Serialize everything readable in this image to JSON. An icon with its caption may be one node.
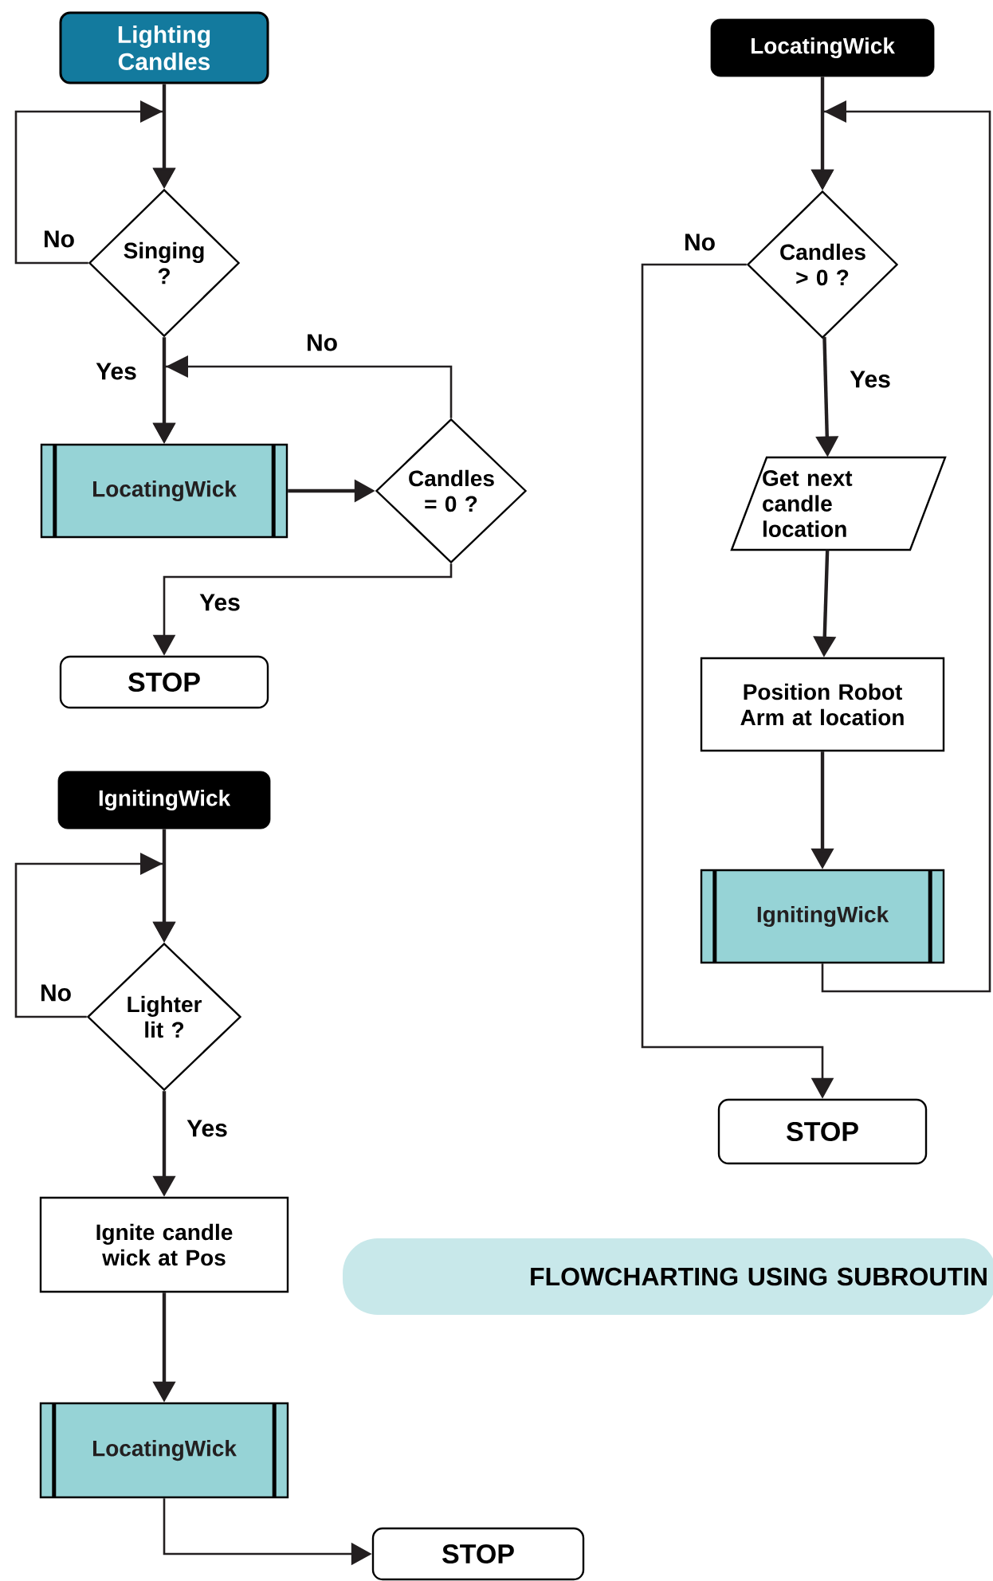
{
  "diagram": {
    "nodes": [
      {
        "text": [
          "Lighting Candles"
        ]
      },
      {
        "text": [
          "Singing ?"
        ]
      },
      {
        "text": [
          "LocatingWick"
        ]
      },
      {
        "text": [
          "Candles = 0 ?"
        ]
      },
      {
        "text": [
          "STOP"
        ]
      },
      {
        "text": [
          "IgnitingWick"
        ]
      },
      {
        "text": [
          "Lighter lit ?"
        ]
      },
      {
        "text": [
          "Ignite candle wick at Pos"
        ]
      },
      {
        "text": [
          "LocatingWick"
        ]
      },
      {
        "text": [
          "STOP"
        ]
      },
      {
        "text": [
          "LocatingWick"
        ]
      },
      {
        "text": [
          "Candles > 0 ?"
        ]
      },
      {
        "text": [
          "Get next candle location"
        ]
      },
      {
        "text": [
          "Position Robot Arm at location"
        ]
      },
      {
        "text": [
          "IgnitingWick"
        ]
      },
      {
        "text": [
          "STOP"
        ]
      },
      {
        "text": [
          "FLOWCHARTING USING SUBROUTIN"
        ]
      }
    ],
    "edges": [
      {
        "from": 0,
        "to": 1,
        "arrow": "to"
      },
      {
        "from": 1,
        "to": 1,
        "arrow": "to",
        "label": "No"
      },
      {
        "from": 1,
        "to": 2,
        "arrow": "to",
        "label": "Yes"
      },
      {
        "from": 2,
        "to": 3,
        "arrow": "to"
      },
      {
        "from": 3,
        "to": 2,
        "arrow": "to",
        "label": "No"
      },
      {
        "from": 3,
        "to": 4,
        "arrow": "to",
        "label": "Yes"
      },
      {
        "from": 5,
        "to": 6,
        "arrow": "to"
      },
      {
        "from": 6,
        "to": 6,
        "arrow": "to",
        "label": "No"
      },
      {
        "from": 6,
        "to": 7,
        "arrow": "to",
        "label": "Yes"
      },
      {
        "from": 7,
        "to": 8,
        "arrow": "to"
      },
      {
        "from": 8,
        "to": 9,
        "arrow": "to"
      },
      {
        "from": 10,
        "to": 11,
        "arrow": "to"
      },
      {
        "from": 14,
        "to": 11,
        "arrow": "to"
      },
      {
        "from": 11,
        "to": 15,
        "arrow": "to",
        "label": "No"
      },
      {
        "from": 11,
        "to": 12,
        "arrow": "to",
        "label": "Yes"
      },
      {
        "from": 12,
        "to": 13,
        "arrow": "to"
      },
      {
        "from": 13,
        "to": 14,
        "arrow": "to"
      }
    ]
  }
}
